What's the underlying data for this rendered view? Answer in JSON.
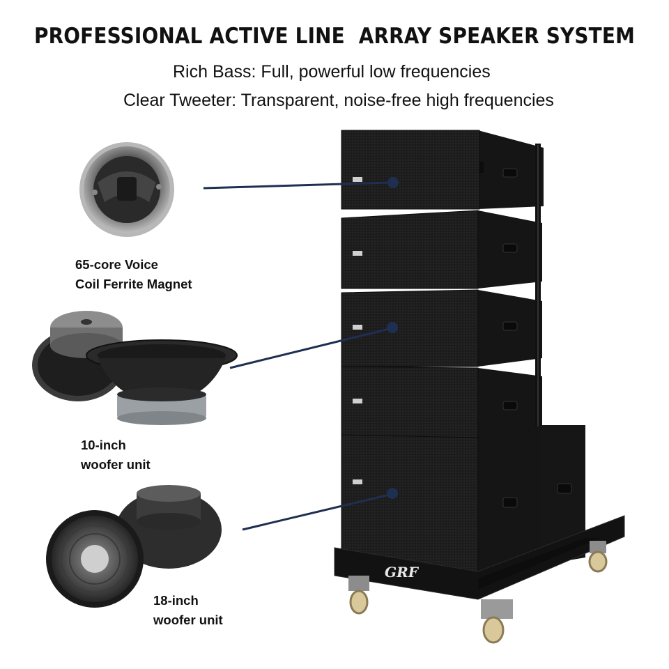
{
  "title": "PROFESSIONAL ACTIVE LINE  ARRAY SPEAKER SYSTEM",
  "subtitles": [
    "Rich Bass: Full, powerful low frequencies",
    "Clear Tweeter: Transparent, noise-free high frequencies"
  ],
  "components": [
    {
      "lines": [
        "65-core Voice",
        "Coil Ferrite Magnet"
      ],
      "icon": "compression-driver-icon"
    },
    {
      "lines": [
        "10-inch",
        "woofer unit"
      ],
      "icon": "10-inch-woofer-icon"
    },
    {
      "lines": [
        "18-inch",
        "woofer unit"
      ],
      "icon": "18-inch-woofer-icon"
    }
  ],
  "brand_logo": "GRF",
  "colors": {
    "callout_line": "#1f2f52",
    "callout_dot": "#1f2f52",
    "cabinet": "#1a1a1a",
    "cabinet_grille": "#222222",
    "background": "#ffffff"
  }
}
